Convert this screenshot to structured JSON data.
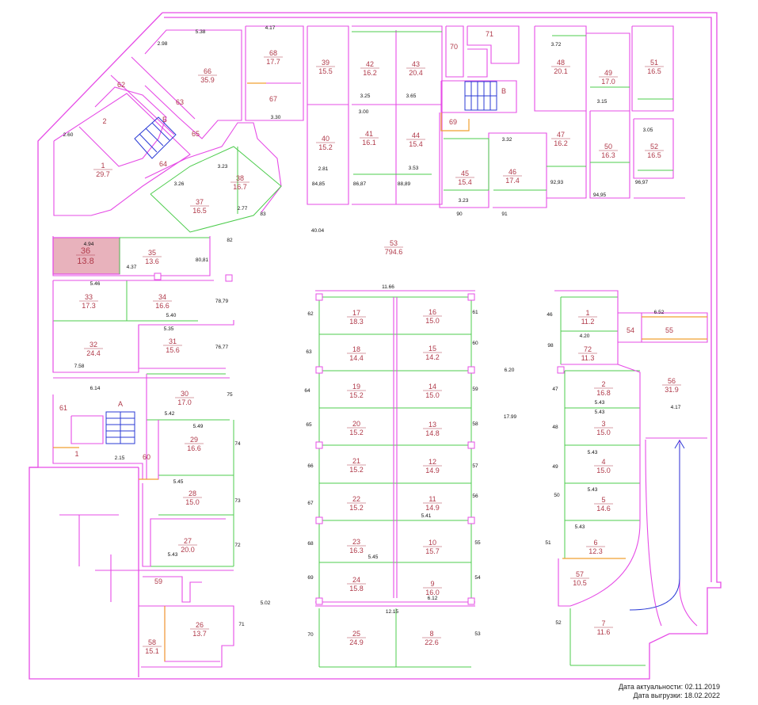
{
  "colors": {
    "wall": "#e64ce6",
    "partition": "#4ccc4c",
    "label": "#b03a4a",
    "dim": "#111111",
    "stair": "#2b3bd6",
    "door": "#f0a030",
    "highlight": "#e8b2bc"
  },
  "footer": {
    "actual": "Дата актуальности: 02.11.2019",
    "export": "Дата выгрузки: 18.02.2022"
  },
  "stairs": [
    "А",
    "Б",
    "В"
  ],
  "rooms": [
    {
      "num": "1",
      "area": "29.7"
    },
    {
      "num": "2",
      "area": ""
    },
    {
      "num": "36",
      "area": "13.8",
      "selected": true
    },
    {
      "num": "35",
      "area": "13.6"
    },
    {
      "num": "33",
      "area": "17.3"
    },
    {
      "num": "34",
      "area": "16.6"
    },
    {
      "num": "32",
      "area": "24.4"
    },
    {
      "num": "31",
      "area": "15.6"
    },
    {
      "num": "30",
      "area": "17.0"
    },
    {
      "num": "29",
      "area": "16.6"
    },
    {
      "num": "28",
      "area": "15.0"
    },
    {
      "num": "27",
      "area": "20.0"
    },
    {
      "num": "26",
      "area": "13.7"
    },
    {
      "num": "58",
      "area": "15.1"
    },
    {
      "num": "59",
      "area": ""
    },
    {
      "num": "60",
      "area": ""
    },
    {
      "num": "61",
      "area": ""
    },
    {
      "num": "1",
      "area": ""
    },
    {
      "num": "37",
      "area": "16.5"
    },
    {
      "num": "38",
      "area": "16.7"
    },
    {
      "num": "62",
      "area": ""
    },
    {
      "num": "63",
      "area": ""
    },
    {
      "num": "64",
      "area": ""
    },
    {
      "num": "65",
      "area": ""
    },
    {
      "num": "66",
      "area": "35.9"
    },
    {
      "num": "68",
      "area": "17.7"
    },
    {
      "num": "67",
      "area": ""
    },
    {
      "num": "39",
      "area": "15.5"
    },
    {
      "num": "40",
      "area": "15.2"
    },
    {
      "num": "42",
      "area": "16.2"
    },
    {
      "num": "43",
      "area": "20.4"
    },
    {
      "num": "41",
      "area": "16.1"
    },
    {
      "num": "44",
      "area": "15.4"
    },
    {
      "num": "70",
      "area": ""
    },
    {
      "num": "71",
      "area": ""
    },
    {
      "num": "69",
      "area": ""
    },
    {
      "num": "45",
      "area": "15.4"
    },
    {
      "num": "46",
      "area": "17.4"
    },
    {
      "num": "48",
      "area": "20.1"
    },
    {
      "num": "49",
      "area": "17.0"
    },
    {
      "num": "51",
      "area": "16.5"
    },
    {
      "num": "47",
      "area": "16.2"
    },
    {
      "num": "50",
      "area": "16.3"
    },
    {
      "num": "52",
      "area": "16.5"
    },
    {
      "num": "53",
      "area": "794.6"
    },
    {
      "num": "17",
      "area": "18.3"
    },
    {
      "num": "16",
      "area": "15.0"
    },
    {
      "num": "18",
      "area": "14.4"
    },
    {
      "num": "15",
      "area": "14.2"
    },
    {
      "num": "19",
      "area": "15.2"
    },
    {
      "num": "14",
      "area": "15.0"
    },
    {
      "num": "20",
      "area": "15.2"
    },
    {
      "num": "13",
      "area": "14.8"
    },
    {
      "num": "21",
      "area": "15.2"
    },
    {
      "num": "12",
      "area": "14.9"
    },
    {
      "num": "22",
      "area": "15.2"
    },
    {
      "num": "11",
      "area": "14.9"
    },
    {
      "num": "23",
      "area": "16.3"
    },
    {
      "num": "10",
      "area": "15.7"
    },
    {
      "num": "24",
      "area": "15.8"
    },
    {
      "num": "9",
      "area": "16.0"
    },
    {
      "num": "25",
      "area": "24.9"
    },
    {
      "num": "8",
      "area": "22.6"
    },
    {
      "num": "1",
      "area": "11.2"
    },
    {
      "num": "72",
      "area": "11.3"
    },
    {
      "num": "54",
      "area": ""
    },
    {
      "num": "55",
      "area": ""
    },
    {
      "num": "56",
      "area": "31.9"
    },
    {
      "num": "2",
      "area": "16.8"
    },
    {
      "num": "3",
      "area": "15.0"
    },
    {
      "num": "4",
      "area": "15.0"
    },
    {
      "num": "5",
      "area": "14.6"
    },
    {
      "num": "6",
      "area": "12.3"
    },
    {
      "num": "57",
      "area": "10.5"
    },
    {
      "num": "7",
      "area": "11.6"
    }
  ],
  "dims": [
    "5.38",
    "2.98",
    "4.17",
    "3.72",
    "3.30",
    "3.00",
    "3.25",
    "3.65",
    "3.53",
    "2.81",
    "3.32",
    "3.23",
    "3.15",
    "3.05",
    "2.60",
    "3.23",
    "3.26",
    "2.77",
    "4.94",
    "4.37",
    "5.46",
    "5.40",
    "5.35",
    "7.58",
    "6.14",
    "5.42",
    "5.49",
    "5.45",
    "5.43",
    "2.15",
    "6.52",
    "4.20",
    "4.17",
    "11.66",
    "12.15",
    "5.45",
    "5.41",
    "6.12",
    "6.20",
    "17.99",
    "40.04",
    "5.02",
    "5.43",
    "5.43",
    "5.43",
    "5.43",
    "5.43"
  ],
  "axis_marks": [
    "83",
    "82",
    "80,81",
    "78,79",
    "76,77",
    "75",
    "74",
    "73",
    "72",
    "71",
    "84,85",
    "86,87",
    "88,89",
    "90",
    "91",
    "92,93",
    "94,95",
    "96,97",
    "62",
    "63",
    "64",
    "65",
    "66",
    "67",
    "68",
    "69",
    "70",
    "61",
    "60",
    "59",
    "58",
    "57",
    "56",
    "55",
    "54",
    "53",
    "46",
    "98",
    "47",
    "48",
    "49",
    "50",
    "51",
    "52"
  ]
}
